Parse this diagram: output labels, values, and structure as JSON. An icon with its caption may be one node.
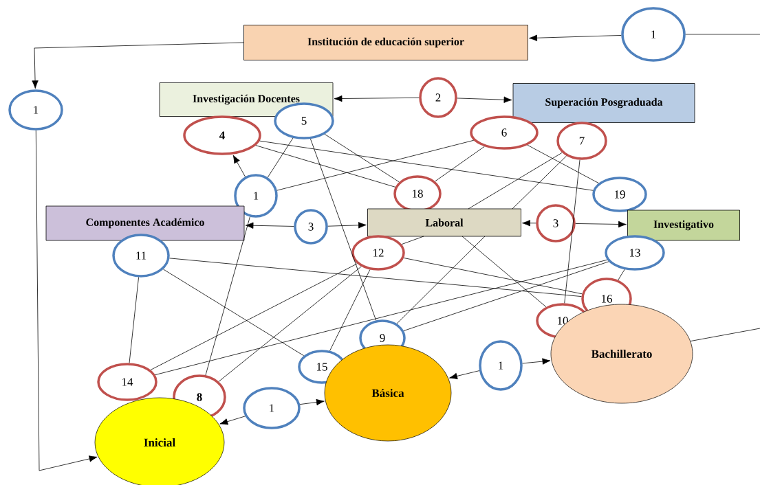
{
  "diagram": {
    "nodes": [
      {
        "text": [
          "Institución de educación superior"
        ]
      },
      {
        "text": [
          "1"
        ]
      },
      {
        "text": [
          "1"
        ]
      },
      {
        "text": [
          "Investigación Docentes"
        ]
      },
      {
        "text": [
          "2"
        ]
      },
      {
        "text": [
          "Superación Posgraduada"
        ]
      },
      {
        "text": [
          "4"
        ]
      },
      {
        "text": [
          "5"
        ]
      },
      {
        "text": [
          "6"
        ]
      },
      {
        "text": [
          "7"
        ]
      },
      {
        "text": [
          "1"
        ]
      },
      {
        "text": [
          "18"
        ]
      },
      {
        "text": [
          "19"
        ]
      },
      {
        "text": [
          "Componentes Académico"
        ]
      },
      {
        "text": [
          "3"
        ]
      },
      {
        "text": [
          "Laboral"
        ]
      },
      {
        "text": [
          "3"
        ]
      },
      {
        "text": [
          "Investigativo"
        ]
      },
      {
        "text": [
          "11"
        ]
      },
      {
        "text": [
          "12"
        ]
      },
      {
        "text": [
          "13"
        ]
      },
      {
        "text": [
          "16"
        ]
      },
      {
        "text": [
          "10"
        ]
      },
      {
        "text": [
          "9"
        ]
      },
      {
        "text": [
          "15"
        ]
      },
      {
        "text": [
          "14"
        ]
      },
      {
        "text": [
          "8"
        ]
      },
      {
        "text": [
          "1"
        ]
      },
      {
        "text": [
          "1"
        ]
      },
      {
        "text": [
          "Básica"
        ]
      },
      {
        "text": [
          "Bachillerato"
        ]
      },
      {
        "text": [
          "Inicial"
        ]
      }
    ],
    "edges": [
      {
        "from": 1,
        "to": 0,
        "arrow": "to"
      },
      {
        "from": 1,
        "to": null,
        "arrow": "none"
      },
      {
        "from": 0,
        "to": 2,
        "arrow": "to"
      },
      {
        "from": 2,
        "to": 31,
        "arrow": "to"
      },
      {
        "from": 4,
        "to": 3,
        "arrow": "to"
      },
      {
        "from": 4,
        "to": 5,
        "arrow": "to"
      },
      {
        "from": 10,
        "to": 6,
        "arrow": "to"
      },
      {
        "from": 14,
        "to": 13,
        "arrow": "to"
      },
      {
        "from": 14,
        "to": 15,
        "arrow": "to"
      },
      {
        "from": 16,
        "to": 15,
        "arrow": "to"
      },
      {
        "from": 16,
        "to": 17,
        "arrow": "to"
      },
      {
        "from": 27,
        "to": 31,
        "arrow": "to"
      },
      {
        "from": 27,
        "to": 29,
        "arrow": "to"
      },
      {
        "from": 28,
        "to": 29,
        "arrow": "to"
      },
      {
        "from": 28,
        "to": 30,
        "arrow": "to"
      },
      {
        "from": 30,
        "to": null,
        "arrow": "none"
      },
      {
        "from": 6,
        "to": 11,
        "arrow": "none"
      },
      {
        "from": 6,
        "to": 12,
        "arrow": "none"
      },
      {
        "from": 7,
        "to": 10,
        "arrow": "none"
      },
      {
        "from": 7,
        "to": 11,
        "arrow": "none"
      },
      {
        "from": 7,
        "to": 23,
        "arrow": "none"
      },
      {
        "from": 10,
        "to": 8,
        "arrow": "none"
      },
      {
        "from": 10,
        "to": 26,
        "arrow": "none"
      },
      {
        "from": 8,
        "to": 11,
        "arrow": "none"
      },
      {
        "from": 8,
        "to": 12,
        "arrow": "none"
      },
      {
        "from": 9,
        "to": 15,
        "arrow": "none"
      },
      {
        "from": 15,
        "to": 23,
        "arrow": "none"
      },
      {
        "from": 9,
        "to": 15,
        "arrow": "none"
      },
      {
        "from": 15,
        "to": 19,
        "arrow": "none"
      },
      {
        "from": 9,
        "to": 22,
        "arrow": "none"
      },
      {
        "from": 15,
        "to": 22,
        "arrow": "none"
      },
      {
        "from": 19,
        "to": 21,
        "arrow": "none"
      },
      {
        "from": 19,
        "to": 25,
        "arrow": "none"
      },
      {
        "from": 19,
        "to": 26,
        "arrow": "none"
      },
      {
        "from": 19,
        "to": 24,
        "arrow": "none"
      },
      {
        "from": 18,
        "to": 21,
        "arrow": "none"
      },
      {
        "from": 18,
        "to": 24,
        "arrow": "none"
      },
      {
        "from": 18,
        "to": 25,
        "arrow": "none"
      },
      {
        "from": 20,
        "to": 25,
        "arrow": "none"
      },
      {
        "from": 20,
        "to": 23,
        "arrow": "none"
      },
      {
        "from": 20,
        "to": 21,
        "arrow": "none"
      }
    ]
  }
}
